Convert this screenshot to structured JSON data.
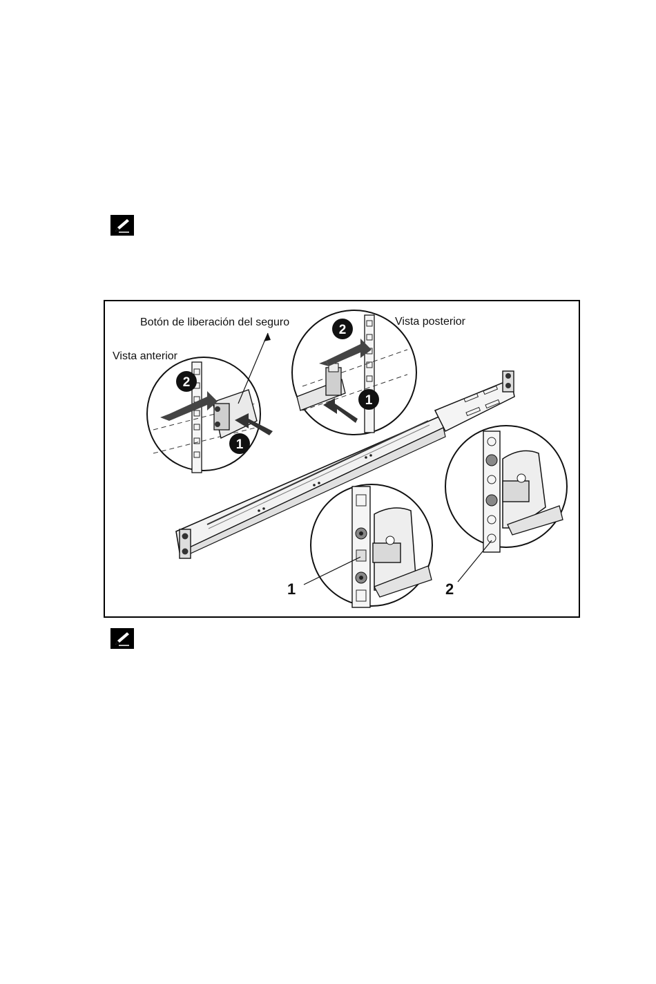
{
  "note_icon_1": "pencil-note-icon",
  "note_icon_2": "pencil-note-icon",
  "figure": {
    "label_release_button": "Botón de liberación del seguro",
    "label_front_view": "Vista anterior",
    "label_rear_view": "Vista posterior",
    "front_step_1": "1",
    "front_step_2": "2",
    "rear_step_1": "1",
    "rear_step_2": "2",
    "callout_1": "1",
    "callout_2": "2"
  }
}
